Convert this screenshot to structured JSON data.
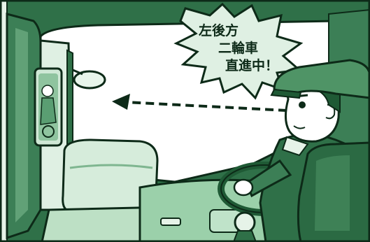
{
  "speech_bubble": {
    "line1": "左後方",
    "line2": "二輪車",
    "line3": "直進中！"
  },
  "colors": {
    "outline": "#0d2a18",
    "dark_green": "#1f5a35",
    "mid_green": "#4f9466",
    "light_green": "#a9d6b5",
    "pale_green": "#e6f3e8",
    "window": "#ffffff"
  },
  "icons": {
    "arrow": "dashed-arrow-left",
    "mirror": "side-mirror",
    "emphasis": "speech-bubble"
  }
}
